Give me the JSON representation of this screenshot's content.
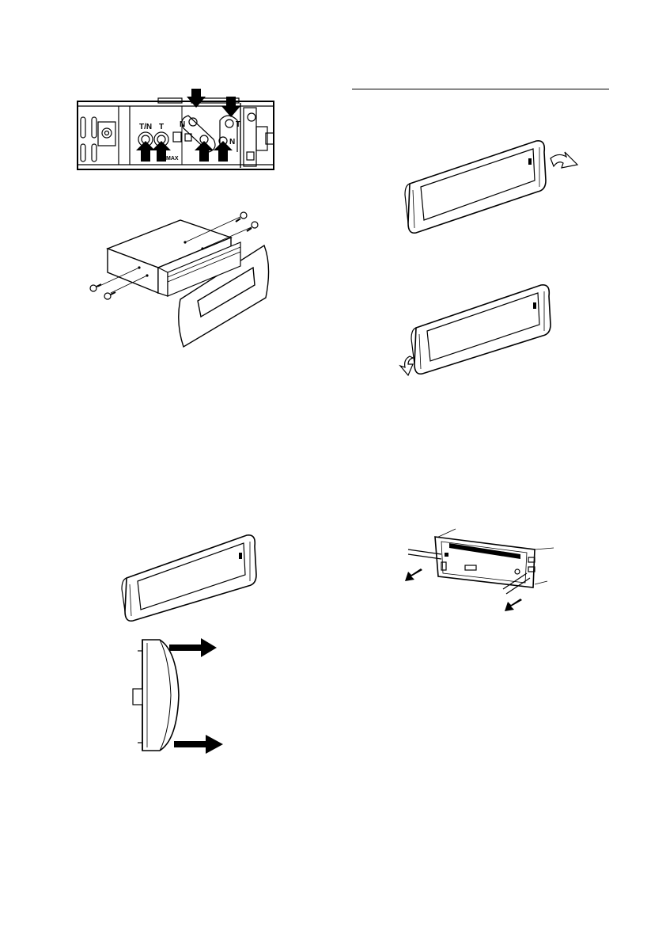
{
  "bracket_labels": {
    "tn": "T/N",
    "t_left": "T",
    "n_left": "N",
    "t_right": "T",
    "n_mid": "N",
    "max": "MAX"
  }
}
